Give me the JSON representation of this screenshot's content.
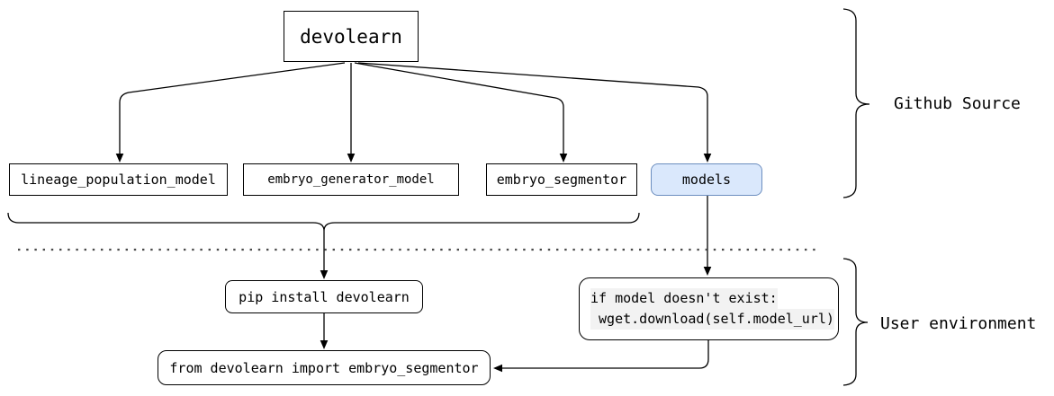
{
  "diagram": {
    "root_node": "devolearn",
    "github_source": {
      "brace_label": "Github Source",
      "modules": [
        {
          "label": "lineage_population_model"
        },
        {
          "label": "embryo_generator_model"
        },
        {
          "label": "embryo_segmentor"
        },
        {
          "label": "models",
          "highlighted": true
        }
      ]
    },
    "user_environment": {
      "brace_label": "User environment",
      "pip_install": "pip install devolearn",
      "model_check_line1": "if model doesn't exist:",
      "model_check_line2": " wget.download(self.model_url)",
      "import_statement": "from devolearn import embryo_segmentor"
    },
    "colors": {
      "stroke": "#000000",
      "models_fill": "#dae8fc",
      "models_border": "#6c8ebf",
      "code_highlight": "#f2f2f2",
      "dotted_line": "#4a4a4a"
    }
  }
}
